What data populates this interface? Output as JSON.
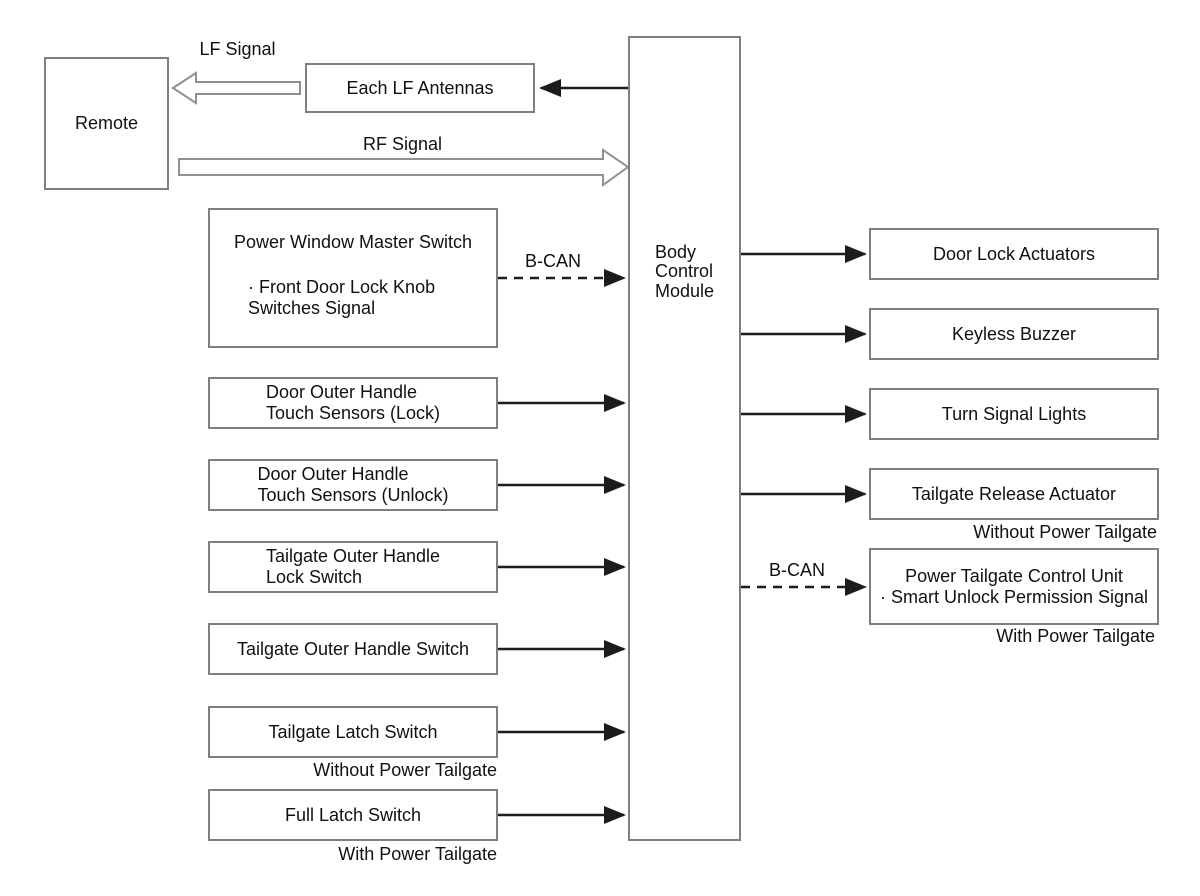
{
  "nodes": {
    "remote": "Remote",
    "lf_antennas": "Each LF Antennas",
    "bcm": [
      "Body",
      "Control",
      "Module"
    ],
    "inputs": [
      {
        "line1": "Power Window Master Switch",
        "sub1": "· Front Door Lock Knob",
        "sub2": "Switches Signal"
      },
      {
        "line1": "Door Outer Handle",
        "line2": "Touch Sensors (Lock)"
      },
      {
        "line1": "Door Outer Handle",
        "line2": "Touch Sensors (Unlock)"
      },
      {
        "line1": "Tailgate Outer Handle",
        "line2": "Lock Switch"
      },
      {
        "line1": "Tailgate Outer Handle Switch"
      },
      {
        "line1": "Tailgate Latch Switch",
        "note": "Without Power Tailgate"
      },
      {
        "line1": "Full Latch Switch",
        "note": "With Power Tailgate"
      }
    ],
    "outputs": [
      {
        "line1": "Door Lock Actuators"
      },
      {
        "line1": "Keyless Buzzer"
      },
      {
        "line1": "Turn Signal Lights"
      },
      {
        "line1": "Tailgate Release Actuator",
        "note": "Without Power Tailgate"
      },
      {
        "line1": "Power Tailgate Control Unit",
        "line2": "· Smart Unlock Permission Signal",
        "note": "With Power Tailgate"
      }
    ]
  },
  "labels": {
    "lf_signal": "LF Signal",
    "rf_signal": "RF Signal",
    "bcan_input": "B-CAN",
    "bcan_output": "B-CAN"
  },
  "colors": {
    "background": "#ffffff",
    "box_border": "#7f7f7f",
    "arrow": "#1c1c1c",
    "outline_arrow_border": "#909090",
    "text": "#111111"
  }
}
